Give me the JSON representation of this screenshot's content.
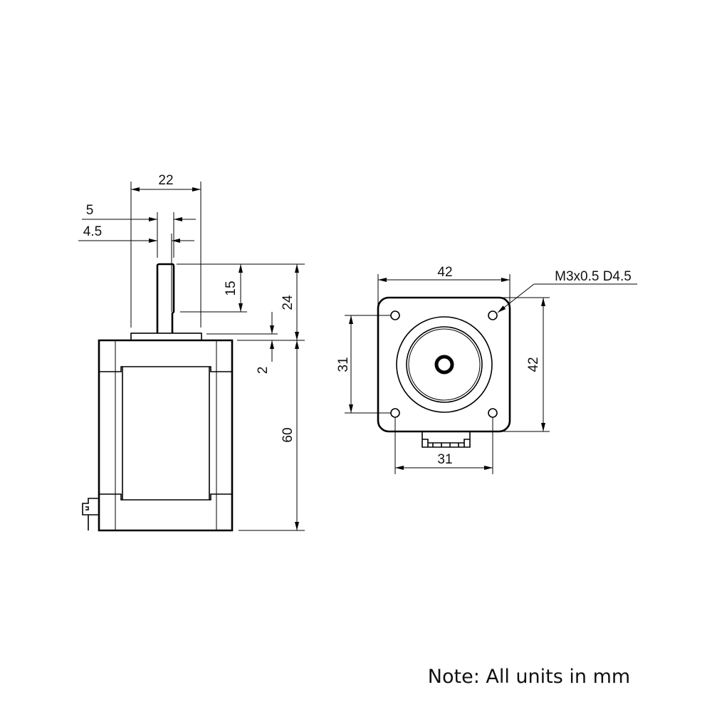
{
  "side_view": {
    "dim_shaft_length_total": "22",
    "dim_shaft_diameter": "5",
    "dim_flat_width": "4.5",
    "dim_flat_length": "15",
    "dim_shaft_extension": "24",
    "dim_flange_height": "2",
    "dim_body_length": "60"
  },
  "front_view": {
    "dim_width": "42",
    "dim_height": "42",
    "dim_hole_spacing_vertical": "31",
    "dim_hole_spacing_horizontal": "31",
    "hole_callout": "M3x0.5 D4.5"
  },
  "note": "Note: All units in mm"
}
